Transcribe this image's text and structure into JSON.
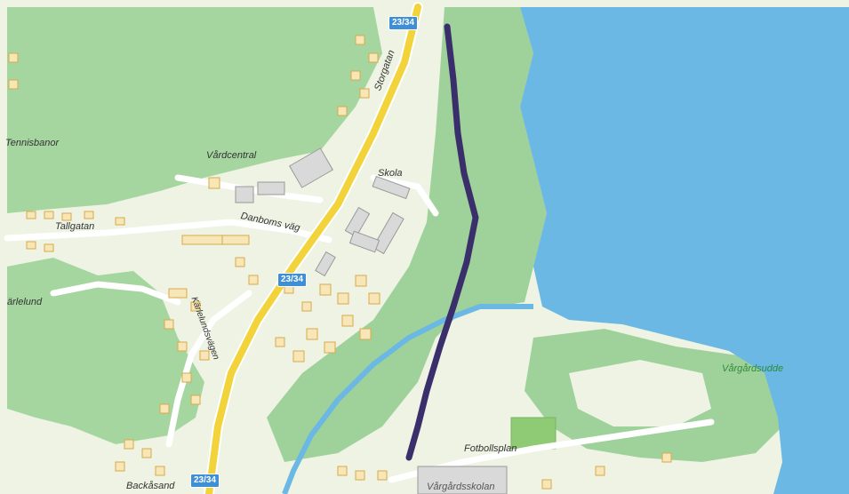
{
  "map": {
    "colors": {
      "water": "#6ab8e3",
      "forest": "#9fd29a",
      "open_land": "#eef3e4",
      "main_road": "#f2d33a",
      "route_line": "#3a2f6b",
      "building_fill": "#f7e6b7",
      "building_stroke": "#d9a94a",
      "institution": "#d9d9d9"
    },
    "labels": {
      "tennisbanor": "Tennisbanor",
      "vardcentral": "Vårdcentral",
      "skola": "Skola",
      "storgatan": "Storgatan",
      "tallgatan": "Tallgatan",
      "danboms_vag": "Danboms väg",
      "karlelundsvagen": "Kärlelundsvägen",
      "arlelund": "ärlelund",
      "vargardsudde": "Vårgårdsudde",
      "fotbollsplan": "Fotbollsplan",
      "backasand": "Backåsand",
      "vargardsskolan": "Vårgårdsskolan"
    },
    "route_shields": [
      "23/34",
      "23/34",
      "23/34"
    ],
    "icons": [
      "route-line"
    ]
  }
}
